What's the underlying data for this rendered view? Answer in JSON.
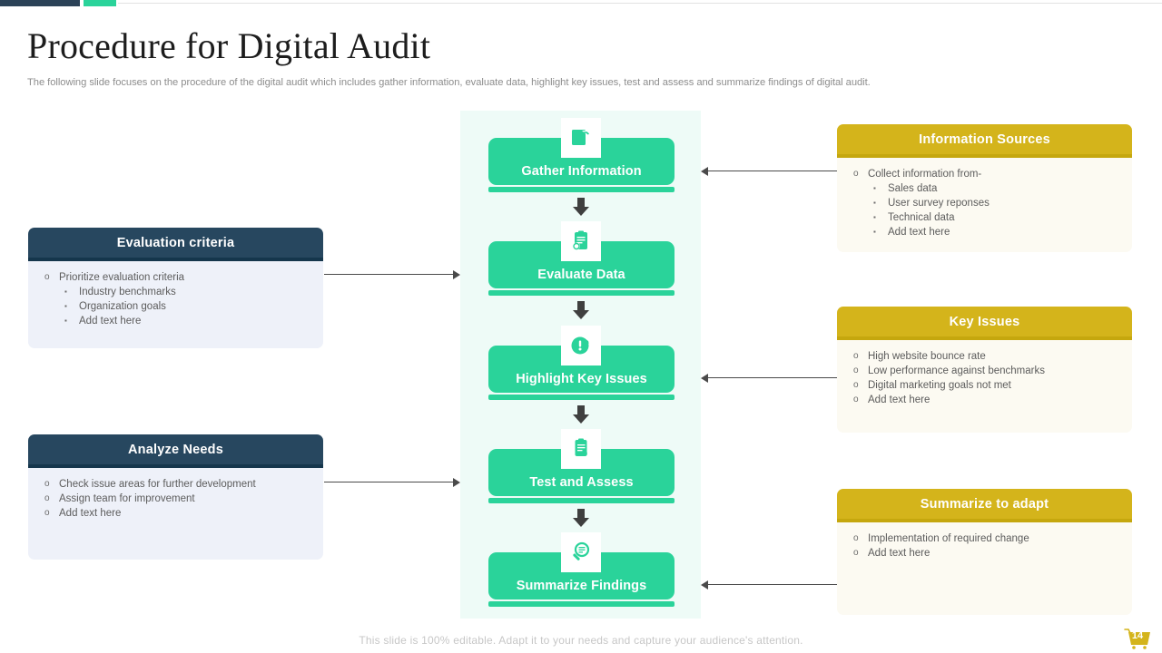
{
  "header": {
    "title": "Procedure for Digital Audit",
    "subtitle": "The following slide focuses on the procedure of the digital audit which includes gather information, evaluate data, highlight key issues, test and assess and summarize findings of digital audit."
  },
  "theme": {
    "navy": "#27475f",
    "navy_rule": "#15364c",
    "navy_body": "#eef1f9",
    "gold": "#d4b41b",
    "gold_rule": "#c5a70e",
    "gold_body": "#fcfaf2",
    "green": "#2ad39a",
    "panel": "#eefbf7",
    "arrow": "#4a4a4a"
  },
  "flow": {
    "steps": [
      {
        "label": "Gather Information",
        "icon": "document-grab-icon"
      },
      {
        "label": "Evaluate Data",
        "icon": "clipboard-check-icon"
      },
      {
        "label": "Highlight Key Issues",
        "icon": "alert-circle-icon"
      },
      {
        "label": "Test and Assess",
        "icon": "checklist-pen-icon"
      },
      {
        "label": "Summarize Findings",
        "icon": "magnifier-report-icon"
      }
    ]
  },
  "left_cards": [
    {
      "title": "Evaluation criteria",
      "items": [
        {
          "level": 1,
          "text": "Prioritize evaluation  criteria"
        },
        {
          "level": 2,
          "text": "Industry  benchmarks"
        },
        {
          "level": 2,
          "text": "Organization  goals"
        },
        {
          "level": 2,
          "text": "Add text here"
        }
      ]
    },
    {
      "title": "Analyze Needs",
      "items": [
        {
          "level": 1,
          "text": "Check issue areas for further  development"
        },
        {
          "level": 1,
          "text": "Assign team for improvement"
        },
        {
          "level": 1,
          "text": "Add text here"
        }
      ]
    }
  ],
  "right_cards": [
    {
      "title": "Information  Sources",
      "items": [
        {
          "level": 1,
          "text": "Collect information  from-"
        },
        {
          "level": 2,
          "text": "Sales data"
        },
        {
          "level": 2,
          "text": "User survey  reponses"
        },
        {
          "level": 2,
          "text": "Technical data"
        },
        {
          "level": 2,
          "text": "Add text here"
        }
      ]
    },
    {
      "title": "Key Issues",
      "items": [
        {
          "level": 1,
          "text": "High website  bounce rate"
        },
        {
          "level": 1,
          "text": "Low performance  against benchmarks"
        },
        {
          "level": 1,
          "text": "Digital  marketing goals not met"
        },
        {
          "level": 1,
          "text": "Add text here"
        }
      ]
    },
    {
      "title": "Summarize to adapt",
      "items": [
        {
          "level": 1,
          "text": "Implementation  of required change"
        },
        {
          "level": 1,
          "text": "Add text here"
        }
      ]
    }
  ],
  "footer": {
    "note": "This slide is 100% editable. Adapt it to your needs and capture your audience's attention.",
    "page_number": "14",
    "badge_icon": "shopping-cart-icon"
  }
}
